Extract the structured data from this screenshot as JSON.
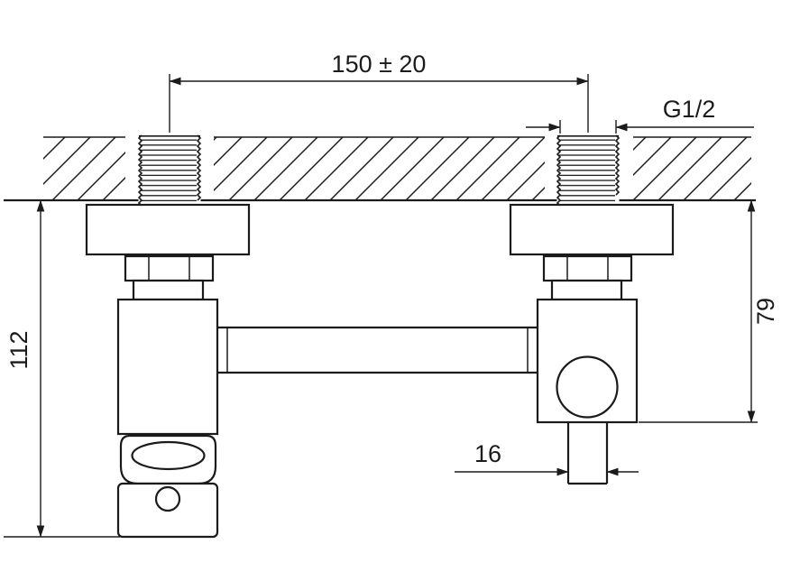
{
  "drawing": {
    "background_color": "#ffffff",
    "line_color": "#1b1b1b",
    "labels": {
      "pipe_spacing": "150 ± 20",
      "thread_size": "G1/2",
      "left_height": "112",
      "right_height": "79",
      "outlet_width": "16"
    }
  }
}
